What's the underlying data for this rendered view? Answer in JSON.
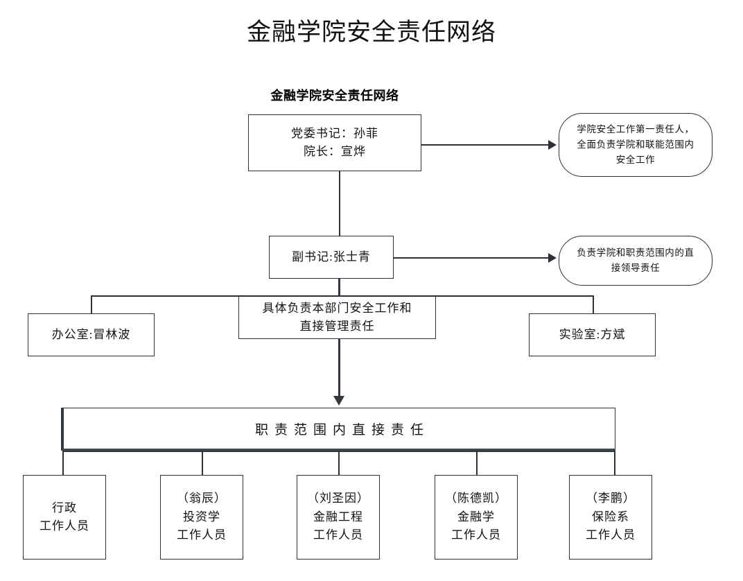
{
  "page": {
    "title": "金融学院安全责任网络",
    "subtitle": "金融学院安全责任网络"
  },
  "nodes": {
    "leadership": {
      "name": "leadership-box",
      "lines": [
        "党委书记：孙菲",
        "院长：宣烨"
      ]
    },
    "leadership_note": {
      "name": "leadership-responsibility-callout",
      "lines": [
        "学院安全工作第一责任人，",
        "全面负责学院和联能范围内",
        "安全工作"
      ]
    },
    "deputy": {
      "name": "deputy-secretary-box",
      "lines": [
        "副书记:张士青"
      ]
    },
    "deputy_note": {
      "name": "deputy-responsibility-callout",
      "lines": [
        "负责学院和职责范围内的直",
        "接领导责任"
      ]
    },
    "department_duty": {
      "name": "department-duty-box",
      "lines": [
        "具体负责本部门安全工作和",
        "直接管理责任"
      ]
    },
    "office": {
      "name": "office-box",
      "lines": [
        "办公室:冒林波"
      ]
    },
    "lab": {
      "name": "laboratory-box",
      "lines": [
        "实验室:方斌"
      ]
    },
    "direct_duty_band": {
      "name": "direct-responsibility-band",
      "text": "职责范围内直接责任"
    }
  },
  "staff": [
    {
      "name": "staff-box-administration",
      "lines": [
        "行政",
        "工作人员"
      ]
    },
    {
      "name": "staff-box-investment",
      "lines": [
        "（翁辰）",
        "投资学",
        "工作人员"
      ]
    },
    {
      "name": "staff-box-financial-engineering",
      "lines": [
        "（刘圣因）",
        "金融工程",
        "工作人员"
      ]
    },
    {
      "name": "staff-box-finance",
      "lines": [
        "（陈德凯）",
        "金融学",
        "工作人员"
      ]
    },
    {
      "name": "staff-box-insurance",
      "lines": [
        "（李鹏）",
        "保险系",
        "工作人员"
      ]
    }
  ],
  "colors": {
    "line": "#2b2f36",
    "thick_line": "#33383f",
    "text": "#111111",
    "background": "#ffffff"
  }
}
